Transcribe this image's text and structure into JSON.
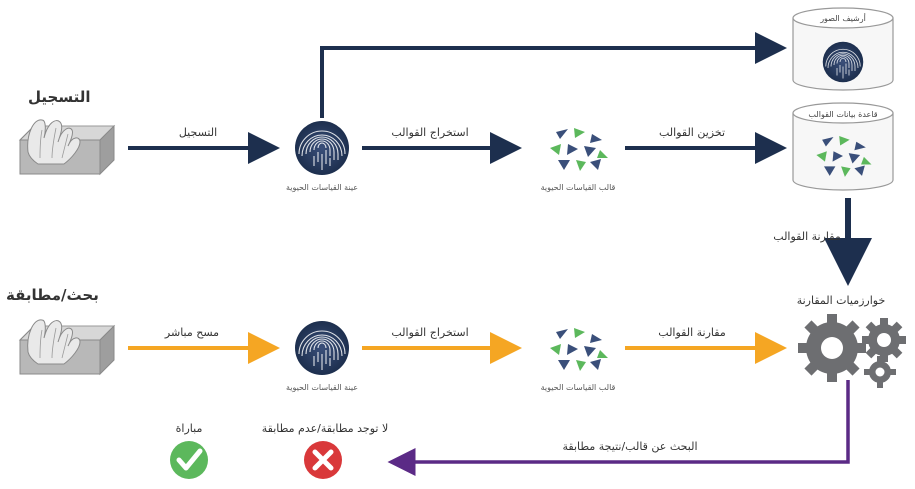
{
  "enroll_title": "التسجيل",
  "search_title": "بحث/مطابقة",
  "row1": {
    "arrow1": "التسجيل",
    "sample": "عينة القياسات الحيوية",
    "arrow2": "استخراج القوالب",
    "template": "قالب القياسات الحيوية",
    "arrow3": "تخزين القوالب"
  },
  "db": {
    "archive": "أرشيف الصور",
    "templates_db": "قاعدة بيانات القوالب"
  },
  "compare_down": "مقارنة القوالب",
  "algorithms": "خوارزميات المقارنة",
  "row2": {
    "arrow1": "مسح مباشر",
    "sample": "عينة القياسات الحيوية",
    "arrow2": "استخراج القوالب",
    "template": "قالب القياسات الحيوية",
    "arrow3": "مقارنة القوالب"
  },
  "result_arrow": "البحث عن قالب/نتيجة مطابقة",
  "match": "مباراة",
  "no_match": "لا توجد مطابقة/عدم مطابقة",
  "colors": {
    "navy": "#1d2f4e",
    "orange": "#f5a623",
    "purple": "#5b2a86",
    "green": "#5cb85c",
    "red": "#d9383a",
    "gear": "#6d6e71"
  },
  "icons": [
    "hand-scanner-icon",
    "fingerprint-icon",
    "template-triangles-icon",
    "database-cylinder-icon",
    "gears-icon",
    "check-icon",
    "cross-icon"
  ]
}
